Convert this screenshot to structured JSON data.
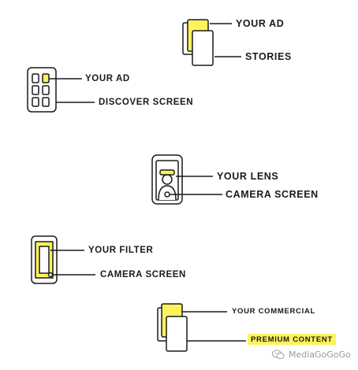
{
  "labels": {
    "g1_ad": "YOUR AD",
    "g1_stories": "STORIES",
    "g2_ad": "YOUR AD",
    "g2_discover": "DISCOVER SCREEN",
    "g3_lens": "YOUR LENS",
    "g3_camera": "CAMERA SCREEN",
    "g4_filter": "YOUR FILTER",
    "g4_camera": "CAMERA SCREEN",
    "g5_commercial": "YOUR COMMERCIAL",
    "g5_premium": "PREMIUM CONTENT"
  },
  "watermark": "MediaGoGoGo",
  "colors": {
    "accent": "#fff35c",
    "line": "#1a1a1a"
  }
}
